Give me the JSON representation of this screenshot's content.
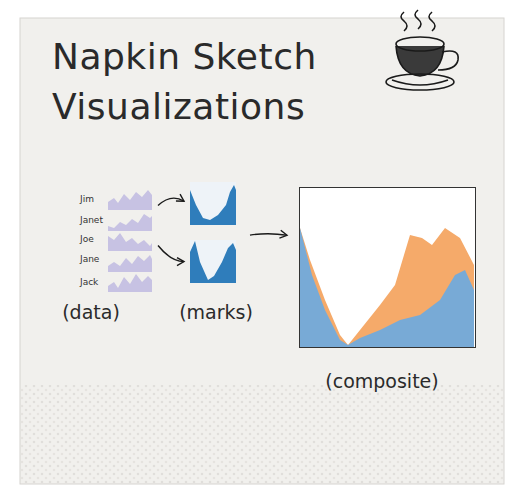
{
  "diagram": {
    "title": "Napkin Sketch Visualizations",
    "nodes": [
      {
        "text": [
          "Jim",
          "Janet",
          "Joe",
          "Jane",
          "Jack",
          "(data)"
        ]
      },
      {
        "text": [
          "(marks)"
        ]
      },
      {
        "text": [
          "(composite)"
        ]
      }
    ],
    "edges": [
      {
        "from": 0,
        "to": 1,
        "arrow": "to"
      },
      {
        "from": 0,
        "to": 1,
        "arrow": "to"
      },
      {
        "from": 1,
        "to": 2,
        "arrow": "to"
      }
    ]
  }
}
